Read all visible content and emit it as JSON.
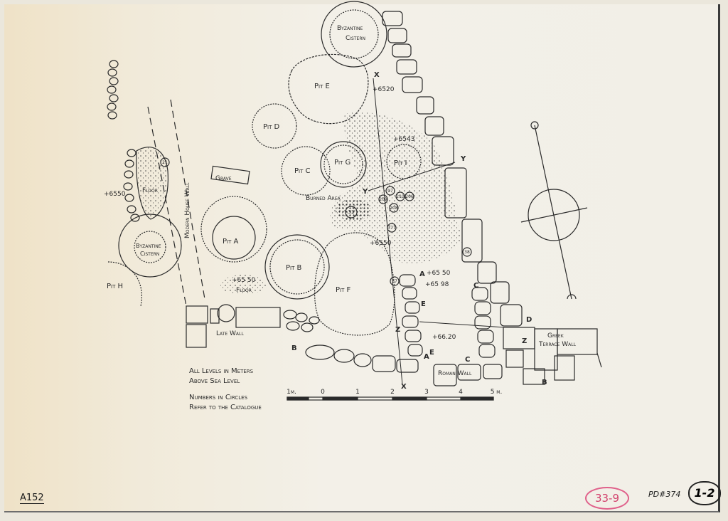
{
  "labels": {
    "byz_cistern_top": [
      "Byzantine",
      "Cistern"
    ],
    "byz_cistern_left": [
      "Byzantine",
      "Cistern"
    ],
    "pit_e": "Pit E",
    "pit_d": "Pit D",
    "pit_c": "Pit C",
    "pit_g": "Pit G",
    "pit_i": "Pit I",
    "pit_a": "Pit A",
    "pit_b": "Pit B",
    "pit_f": "Pit F",
    "pit_h": "Pit H",
    "grave": "Grave",
    "floor_left": "Floor",
    "floor_bottom": "Floor",
    "burned_area": "Burned Area",
    "modern_house_wall": "Modern House Wall",
    "late_wall": "Late Wall",
    "roman_wall": "Roman Wall",
    "greek_terrace_wall": [
      "Greek",
      "Terrace Wall"
    ]
  },
  "levels": {
    "l6520": "+6520",
    "l6543": "+6543",
    "l6550_left": "+6550",
    "l6550_mid": "+6550",
    "l6550_a": "+65 50",
    "l6598": "+65 98",
    "l6620": "+66.20",
    "l6550_floor": "+65 50"
  },
  "section_letters": {
    "x_top": "X",
    "x_bottom": "X",
    "y_left": "Y",
    "y_right": "Y",
    "a1": "A",
    "a2": "A",
    "b1": "B",
    "b2": "B",
    "c1": "C",
    "c2": "C",
    "d": "D",
    "e1": "E",
    "e2": "E",
    "z1": "Z",
    "z2": "Z"
  },
  "catalogue_numbers": [
    "21",
    "97",
    "209",
    "210",
    "206",
    "33",
    "208",
    "377",
    "37",
    "38"
  ],
  "notes": {
    "line1": "All Levels in Meters",
    "line2": "Above Sea Level",
    "line3": "Numbers in Circles",
    "line4": "Refer to the Catalogue"
  },
  "scale": {
    "unit_left": "1m.",
    "ticks": [
      "0",
      "1",
      "2",
      "3",
      "4",
      "5 m."
    ]
  },
  "stamps": {
    "sheet_id": "A152",
    "pink_number": "33-9",
    "pd_number": "PD#374",
    "boxed": "1-2"
  },
  "colors": {
    "ink": "#2a2a2a",
    "pink": "#e0608a",
    "paper": "#f2efe7"
  }
}
